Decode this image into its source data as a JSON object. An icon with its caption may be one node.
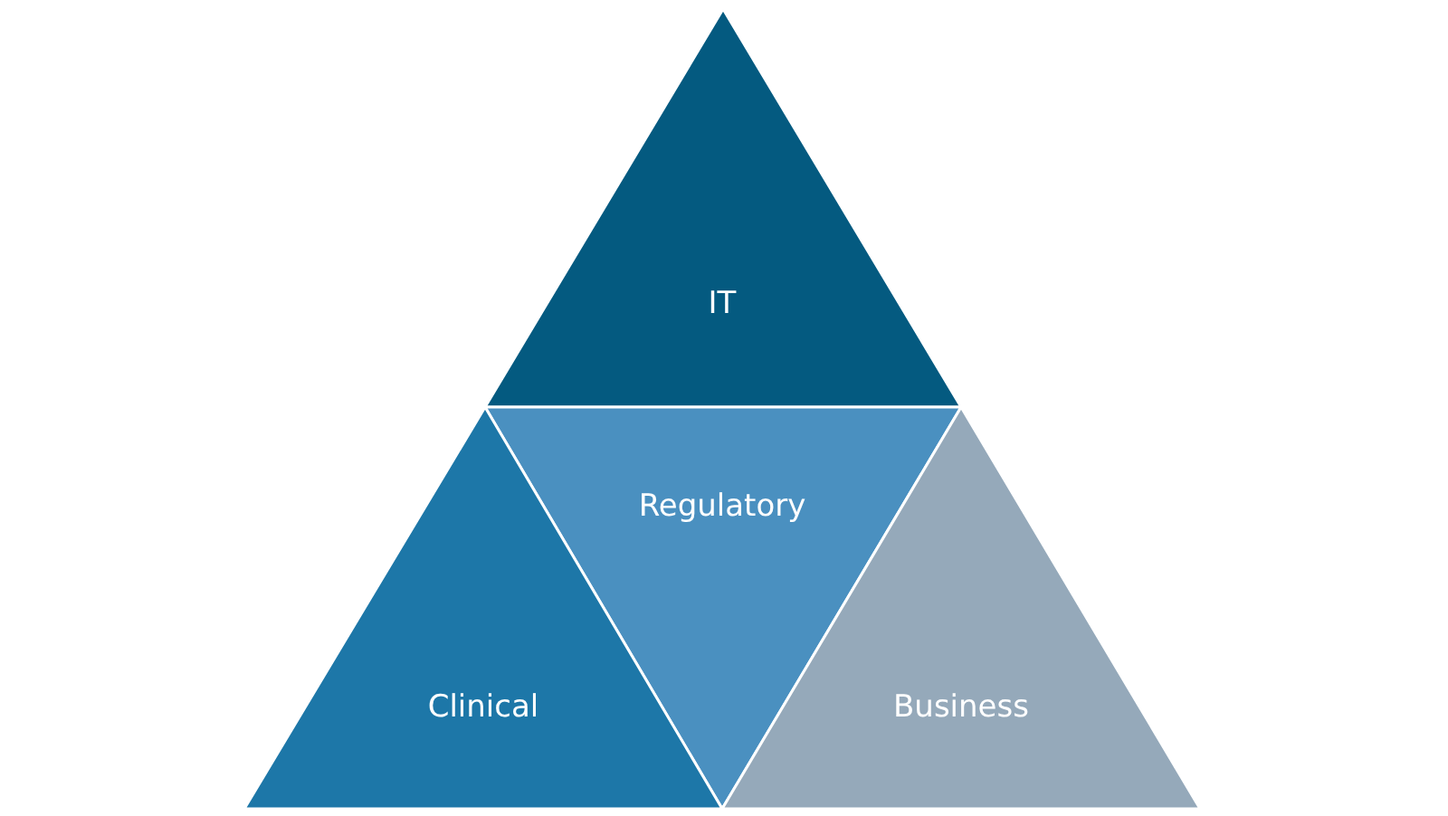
{
  "diagram": {
    "nodes": [
      {
        "text": [
          "IT"
        ]
      },
      {
        "text": [
          "Regulatory"
        ]
      },
      {
        "text": [
          "Clinical"
        ]
      },
      {
        "text": [
          "Business"
        ]
      }
    ]
  }
}
